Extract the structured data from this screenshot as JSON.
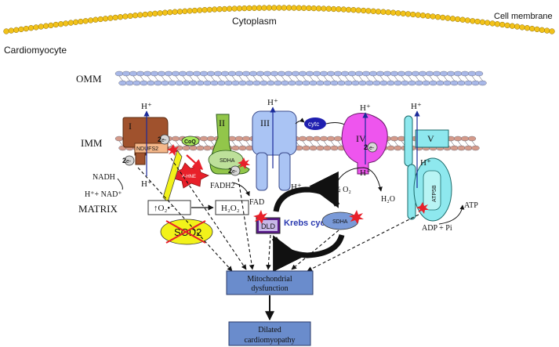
{
  "labels": {
    "cell_membrane": "Cell membrane",
    "cytoplasm": "Cytoplasm",
    "cardiomyocyte": "Cardiomyocyte",
    "omm": "OMM",
    "imm": "IMM",
    "matrix": "MATRIX"
  },
  "complexes": {
    "c1": "I",
    "c2": "II",
    "c3": "III",
    "c4": "IV",
    "c5": "V",
    "ndufs2": "NDUFS2",
    "sdha": "SDHA",
    "coq": "CoQ",
    "cytc": "cytc",
    "atp5b": "ATP5B"
  },
  "species": {
    "h_plus": "H⁺",
    "e_minus": "e-",
    "two": "2",
    "nadh": "NADH",
    "h_nad": "H⁺+ NAD⁺",
    "fadh2": "FADH2",
    "fad": "FAD",
    "superoxide": "↑O₂•⁻",
    "h2o2": "H₂O₂",
    "sod2": "SOD2",
    "water_reaction": "2H⁺+½ O₂",
    "h2o": "H₂O",
    "atp": "ATP",
    "adp_pi": "ADP + Pi",
    "hne": "4-HNE"
  },
  "cycle": {
    "title": "Krebs cycle",
    "dld": "DLD",
    "sdha": "SDHA"
  },
  "outcomes": {
    "mito_line1": "Mitochondrial",
    "mito_line2": "dysfunction",
    "dcm_line1": "Dilated",
    "dcm_line2": "cardiomyopathy"
  },
  "colors": {
    "membrane_bead": "#f2c21a",
    "omm": "#a8b8e8",
    "imm": "#d49a8a",
    "complex1": "#a0522d",
    "complex2": "#92c64a",
    "complex3": "#aac4f4",
    "complex4": "#ee55ee",
    "complex5": "#8ee8ee",
    "outcome_box": "#6a8ccc",
    "damage": "#e8202a"
  }
}
